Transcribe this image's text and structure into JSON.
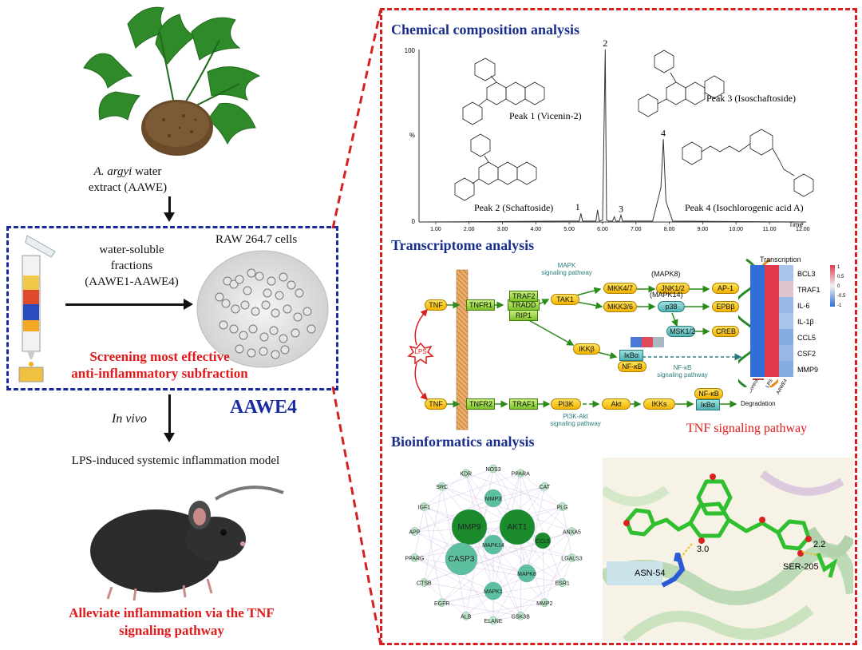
{
  "left": {
    "extract_label_species": "A. argyi",
    "extract_label_rest": "water",
    "extract_label_line2": "extract (AAWE)",
    "fractions_label": [
      "water-soluble",
      "fractions",
      "(AAWE1-AAWE4)"
    ],
    "cells_label": "RAW 264.7 cells",
    "screening_label": [
      "Screening most effective",
      "anti-inflammatory subfraction"
    ],
    "selected_fraction": "AAWE4",
    "in_vivo_label": "In vivo",
    "model_label": "LPS-induced systemic inflammation model",
    "conclusion": [
      "Alleviate inflammation via the TNF",
      "signaling pathway"
    ]
  },
  "chem": {
    "title": "Chemical composition analysis",
    "y_axis_top": "100",
    "y_axis_unit": "%",
    "y_axis_zero": "0",
    "x_axis_title": "Time",
    "x_ticks": [
      "1.00",
      "2.00",
      "3.00",
      "4.00",
      "5.00",
      "6.00",
      "7.00",
      "8.00",
      "9.00",
      "10.00",
      "11.00",
      "12.00"
    ],
    "peak_numbers": [
      "1",
      "2",
      "3",
      "4"
    ],
    "peak_names": [
      "Peak 1 (Vicenin-2)",
      "Peak 2 (Schaftoside)",
      "Peak 3 (Isoschaftoside)",
      "Peak 4 (Isochlorogenic acid A)"
    ]
  },
  "chart_data": {
    "type": "line",
    "title": "Chemical composition analysis",
    "xlabel": "Time",
    "ylabel": "%",
    "xlim": [
      0.5,
      12.1
    ],
    "ylim": [
      0,
      100
    ],
    "series": [
      {
        "x": [
          0.5,
          5.0,
          5.3,
          5.35,
          5.4,
          5.8,
          5.85,
          5.9,
          6.0,
          6.08,
          6.12,
          6.2,
          6.3,
          6.35,
          6.4,
          6.5,
          6.55,
          6.6,
          7.5,
          7.75,
          7.82,
          7.9,
          8.1,
          12.1
        ],
        "y": [
          0,
          0.5,
          0.5,
          5,
          0.5,
          0.5,
          7,
          0.5,
          1,
          100,
          1,
          0.5,
          0.5,
          3,
          0.5,
          0.5,
          4,
          0.5,
          0.5,
          20,
          48,
          12,
          0.5,
          0
        ]
      }
    ],
    "annotations": [
      "1",
      "2",
      "3",
      "4"
    ]
  },
  "transcriptome": {
    "title": "Transcriptome analysis",
    "nodes": {
      "tnf1": "TNF",
      "tnfr1": "TNFR1",
      "tradd": "TRADD",
      "traf2": "TRAF2",
      "rip1": "RIP1",
      "tak1": "TAK1",
      "mkk47": "MKK4/7",
      "mkk36": "MKK3/6",
      "jnk": "JNK1/2",
      "p38": "p38",
      "msk": "MSK1/2",
      "ap1": "AP-1",
      "epbb": "EPBβ",
      "creb": "CREB",
      "ikkb": "IKKβ",
      "ikba": "IκBα",
      "nfkb": "NF-κB",
      "lps": "LPS",
      "tnf2": "TNF",
      "tnfr2": "TNFR2",
      "traf1": "TRAF1",
      "pi3k": "PI3K",
      "akt": "Akt",
      "ikks": "IKKs",
      "nfkb2": "NF-κB",
      "ikba2": "IκBα",
      "degradation": "Degradation"
    },
    "mapk8": "(MAPK8)",
    "mapk14": "(MAPK14)",
    "mapk_pathway": [
      "MAPK",
      "signaling pathway"
    ],
    "nfkb_pathway": [
      "NF-κB",
      "signaling pathway"
    ],
    "pi3k_pathway": [
      "PI3K-Akt",
      "signaling pathway"
    ],
    "heatmap_title": "Transcription",
    "heatmap_rows": [
      "BCL3",
      "TRAF1",
      "IL-6",
      "IL-1β",
      "CCL5",
      "CSF2",
      "MMP9"
    ],
    "heatmap_cols": [
      "Control",
      "LPS",
      "AAWE4"
    ],
    "heatmap_scale": [
      "1",
      "0.5",
      "0",
      "-0.5",
      "-1"
    ],
    "heatmap_values": [
      [
        -1,
        1,
        -0.3
      ],
      [
        -1,
        1,
        0.2
      ],
      [
        -1,
        1,
        -0.4
      ],
      [
        -1,
        1,
        -0.3
      ],
      [
        -1,
        1,
        -0.5
      ],
      [
        -1,
        1,
        -0.4
      ],
      [
        -1,
        1,
        -0.5
      ]
    ],
    "pathway_label": "TNF signaling pathway",
    "colors": {
      "high": "#e03a4a",
      "low": "#2f6fd6",
      "mid": "#d9e6f2",
      "accent_red": "#e11b1b",
      "navy": "#1a2e8c"
    }
  },
  "bioinfo": {
    "title": "Bioinformatics analysis",
    "network_nodes": [
      "NOS3",
      "PPARA",
      "CAT",
      "PLG",
      "ANXA5",
      "LGALS3",
      "MMP3",
      "ESR1",
      "MMP2",
      "MMP9",
      "AKT1",
      "GSK3B",
      "CCL5",
      "ELANE",
      "CASP3",
      "MAPK14",
      "ALB",
      "EGFR",
      "MAPK8",
      "MAPK1",
      "CTSB",
      "PPARG",
      "APP",
      "IGF1",
      "SRC",
      "KDR"
    ],
    "docking_labels": [
      "3.0",
      "ASN-54",
      "2.2",
      "SER-205"
    ]
  }
}
